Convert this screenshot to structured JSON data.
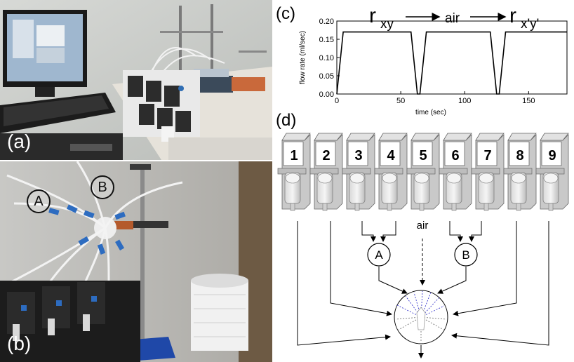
{
  "panels": {
    "a_label": "(a)",
    "b_label": "(b)",
    "c_label": "(c)",
    "d_label": "(d)"
  },
  "photo_b": {
    "valve_a": "A",
    "valve_b": "B"
  },
  "plot_c": {
    "seq_first_main": "r",
    "seq_first_sub": "xy",
    "seq_mid": "air",
    "seq_last_main": "r",
    "seq_last_sub": "x'y'"
  },
  "chart_data": {
    "type": "line",
    "xlabel": "time (sec)",
    "ylabel": "flow rate (ml/sec)",
    "xlim": [
      0,
      180
    ],
    "ylim": [
      0,
      0.2
    ],
    "x_ticks": [
      "0",
      "50",
      "100",
      "150"
    ],
    "y_ticks": [
      "0.00",
      "0.05",
      "0.10",
      "0.15",
      "0.20"
    ],
    "x": [
      0,
      5,
      58,
      63,
      65,
      70,
      120,
      125,
      127,
      132,
      180
    ],
    "y": [
      0,
      0.17,
      0.17,
      0,
      0,
      0.17,
      0.17,
      0,
      0,
      0.17,
      0.17
    ]
  },
  "schematic": {
    "syringes": [
      "1",
      "2",
      "3",
      "4",
      "5",
      "6",
      "7",
      "8",
      "9"
    ],
    "air_label": "air",
    "valve_a": "A",
    "valve_b": "B"
  }
}
